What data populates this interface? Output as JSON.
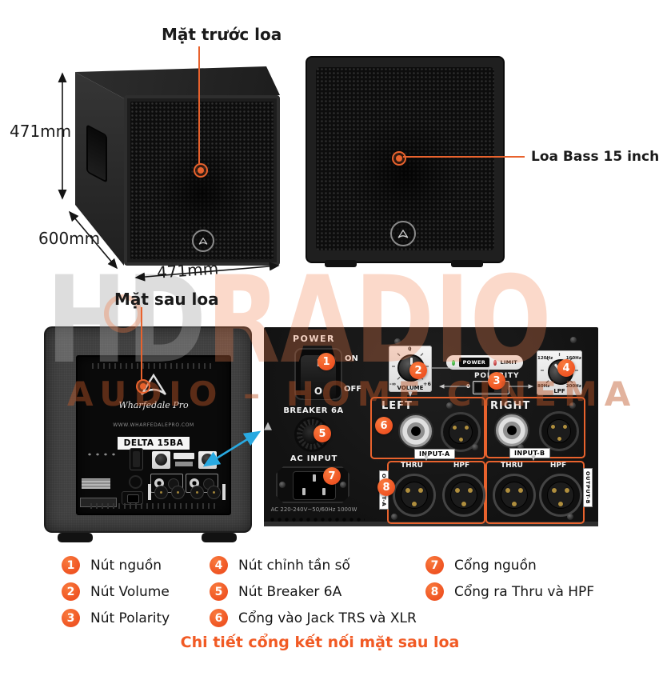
{
  "annotations": {
    "front_label": "Mặt trước loa",
    "rear_label": "Mặt sau loa",
    "bass_label": "Loa Bass 15 inch",
    "dim_height": "471mm",
    "dim_depth": "600mm",
    "dim_width": "471mm"
  },
  "watermark": {
    "hd": "HD",
    "radio": "RADIO",
    "line2": "AUDIO – HOME CINEMA"
  },
  "rear_speaker": {
    "brand": "Wharfedale Pro",
    "website": "WWW.WHARFEDALEPRO.COM",
    "model": "DELTA 15BA"
  },
  "panel": {
    "power_label": "POWER",
    "on": "ON",
    "off": "OFF",
    "rocker_i": "I",
    "rocker_o": "O",
    "breaker_label": "BREAKER 6A",
    "ac_input_label": "AC INPUT",
    "ac_rating": "AC 220-240V~50/60Hz 1000W",
    "volume": {
      "zero": "0",
      "min": "-∞",
      "max": "+6",
      "label": "VOLUME"
    },
    "led_power": "POWER",
    "led_limit": "LIMIT",
    "polarity_label": "POLARITY",
    "polarity_zero": "0",
    "lpf": {
      "t1": "120Hz",
      "t2": "160Hz",
      "t3": "80Hz",
      "t4": "200Hz",
      "label": "LPF"
    },
    "left": "LEFT",
    "right": "RIGHT",
    "input_a": "INPUT-A",
    "input_b": "INPUT-B",
    "thru": "THRU",
    "hpf": "HPF",
    "output_a": "OUTPUT-A",
    "output_b": "OUTPUT-B"
  },
  "legend": {
    "items": [
      {
        "num": "1",
        "text": "Nút nguồn"
      },
      {
        "num": "2",
        "text": "Nút Volume"
      },
      {
        "num": "3",
        "text": "Nút Polarity"
      },
      {
        "num": "4",
        "text": "Nút chỉnh tần số"
      },
      {
        "num": "5",
        "text": "Nút Breaker 6A"
      },
      {
        "num": "6",
        "text": "Cổng vào Jack TRS và XLR"
      },
      {
        "num": "7",
        "text": "Cổng nguồn"
      },
      {
        "num": "8",
        "text": "Cổng ra Thru và HPF"
      }
    ]
  },
  "caption": "Chi tiết cổng kết nối mặt sau loa",
  "colors": {
    "accent": "#F15A24",
    "marker": "#E8622D",
    "blue": "#29A9E1"
  }
}
